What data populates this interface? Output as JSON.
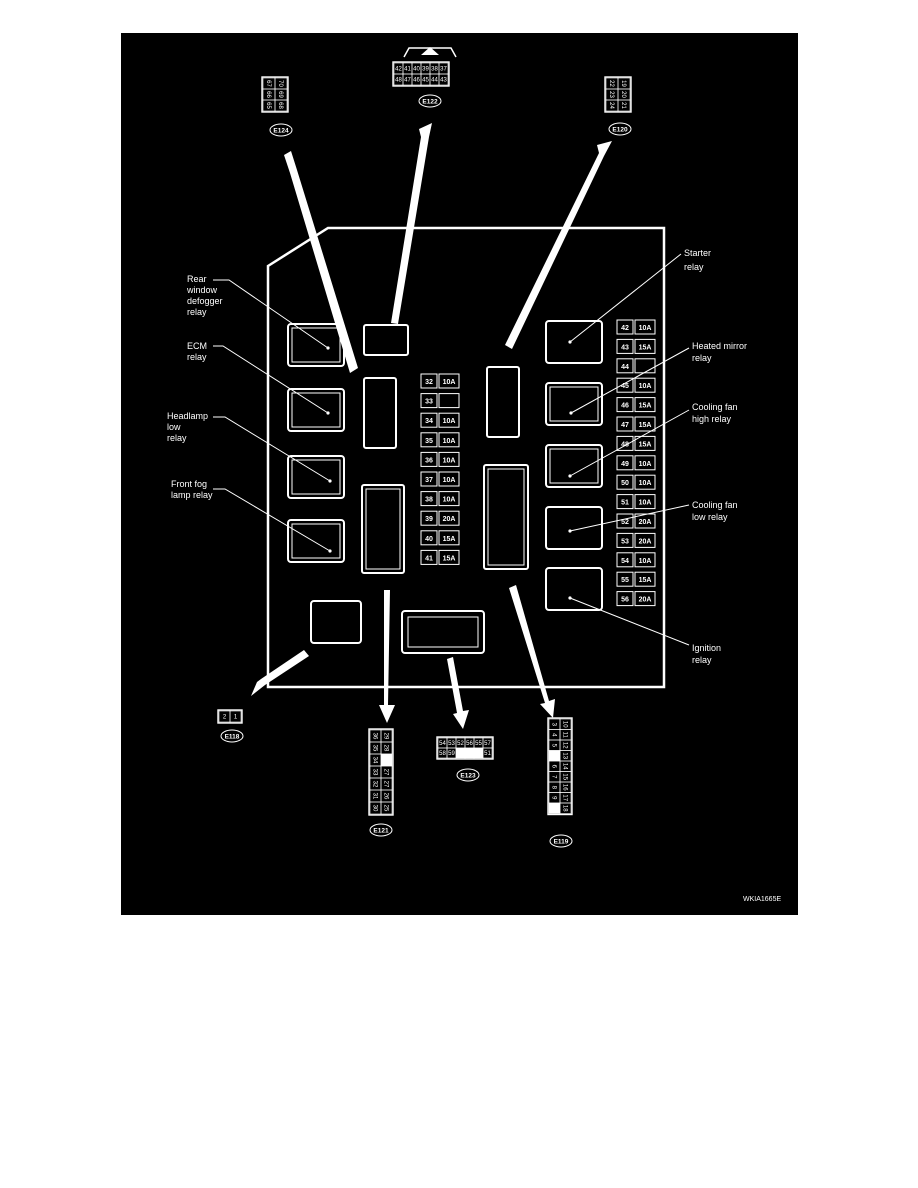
{
  "relay_labels": {
    "rear_window": [
      "Rear",
      "window",
      "defogger",
      "relay"
    ],
    "ecm": [
      "ECM",
      "relay"
    ],
    "headlamp_low": [
      "Headlamp",
      "low",
      "relay"
    ],
    "front_fog": [
      "Front fog",
      "lamp relay"
    ],
    "starter": [
      "Starter",
      "relay"
    ],
    "heated_mirror": [
      "Heated mirror",
      "relay"
    ],
    "cooling_fan_high": [
      "Cooling fan",
      "high relay"
    ],
    "cooling_fan_low": [
      "Cooling fan",
      "low relay"
    ],
    "ignition": [
      "Ignition",
      "relay"
    ]
  },
  "fuses_left": [
    {
      "num": "32",
      "amp": "10A"
    },
    {
      "num": "33",
      "amp": ""
    },
    {
      "num": "34",
      "amp": "10A"
    },
    {
      "num": "35",
      "amp": "10A"
    },
    {
      "num": "36",
      "amp": "10A"
    },
    {
      "num": "37",
      "amp": "10A"
    },
    {
      "num": "38",
      "amp": "10A"
    },
    {
      "num": "39",
      "amp": "20A"
    },
    {
      "num": "40",
      "amp": "15A"
    },
    {
      "num": "41",
      "amp": "15A"
    }
  ],
  "fuses_right": [
    {
      "num": "42",
      "amp": "10A"
    },
    {
      "num": "43",
      "amp": "15A"
    },
    {
      "num": "44",
      "amp": ""
    },
    {
      "num": "45",
      "amp": "10A"
    },
    {
      "num": "46",
      "amp": "15A"
    },
    {
      "num": "47",
      "amp": "15A"
    },
    {
      "num": "48",
      "amp": "15A"
    },
    {
      "num": "49",
      "amp": "10A"
    },
    {
      "num": "50",
      "amp": "10A"
    },
    {
      "num": "51",
      "amp": "10A"
    },
    {
      "num": "52",
      "amp": "20A"
    },
    {
      "num": "53",
      "amp": "20A"
    },
    {
      "num": "54",
      "amp": "10A"
    },
    {
      "num": "55",
      "amp": "15A"
    },
    {
      "num": "56",
      "amp": "20A"
    }
  ],
  "connectors": {
    "e124": {
      "id": "E124",
      "pins": [
        "70",
        "69",
        "68",
        "67",
        "66",
        "65"
      ]
    },
    "e122": {
      "id": "E122",
      "pins_top": [
        "42",
        "41",
        "40",
        "39",
        "38",
        "37"
      ],
      "pins_bottom": [
        "48",
        "47",
        "46",
        "45",
        "44",
        "43"
      ]
    },
    "e120": {
      "id": "E120",
      "pins": [
        "19",
        "20",
        "21",
        "22",
        "23",
        "24"
      ]
    },
    "e118": {
      "id": "E118",
      "pins": [
        "2",
        "1"
      ]
    },
    "e121": {
      "id": "E121",
      "pins_left": [
        "36",
        "35",
        "34",
        "33",
        "32",
        "31",
        "30"
      ],
      "pins_right": [
        "29",
        "28",
        "",
        "27",
        "26",
        "25"
      ]
    },
    "e123": {
      "id": "E123",
      "pins_top": [
        "54",
        "53",
        "52",
        "56",
        "55",
        "57"
      ],
      "pins_bottom": [
        "58",
        "59",
        "",
        "51"
      ]
    },
    "e119": {
      "id": "E119",
      "pins_col1": [
        "10",
        "11",
        "12",
        "13",
        "14",
        "15",
        "16",
        "17",
        "18"
      ],
      "pins_col2": [
        "3",
        "4",
        "5",
        "",
        "6",
        "7",
        "8",
        "9"
      ]
    }
  },
  "watermark": "WKIA1665E",
  "colors": {
    "background": "#000000",
    "lines": "#ffffff"
  }
}
